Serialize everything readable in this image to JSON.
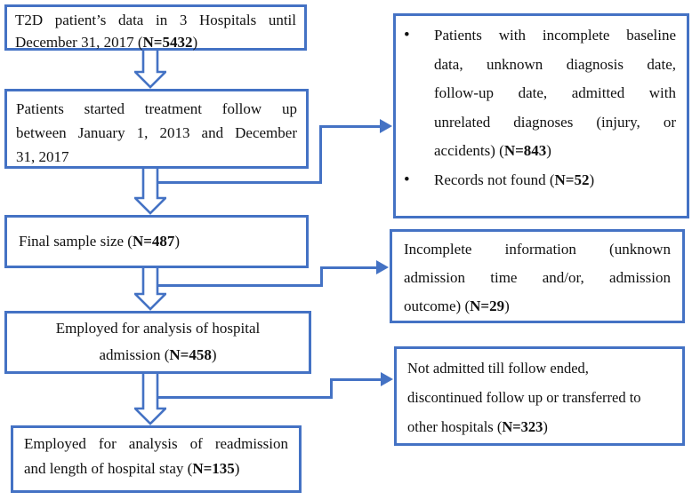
{
  "palette": {
    "accent": "#4472C4",
    "text": "#111111",
    "background": "#ffffff"
  },
  "left_column": [
    {
      "key": "source-data",
      "lines": [
        {
          "text": "T2D patient’s data in 3 Hospitals until"
        },
        {
          "pre": "December 31, 2017 (",
          "bold": "N=5432",
          "post": ")"
        }
      ]
    },
    {
      "key": "follow-up-window",
      "lines": [
        {
          "text": "Patients started treatment follow up"
        },
        {
          "text": "between January 1, 2013 and December"
        },
        {
          "text": "31, 2017"
        }
      ]
    },
    {
      "key": "final-sample",
      "lines": [
        {
          "pre": "Final sample size (",
          "bold": "N=487",
          "post": ")"
        }
      ]
    },
    {
      "key": "admission-analysis",
      "lines": [
        {
          "text": "Employed for analysis of hospital"
        },
        {
          "pre": "admission (",
          "bold": "N=458",
          "post": ")"
        }
      ]
    },
    {
      "key": "readmission-analysis",
      "lines": [
        {
          "text": "Employed for analysis of readmission"
        },
        {
          "pre": "and length of hospital stay (",
          "bold": "N=135",
          "post": ")"
        }
      ]
    }
  ],
  "right_column": [
    {
      "key": "excluded-baseline",
      "bullet_glyph": "•",
      "bullets": [
        {
          "lines": [
            {
              "text": "Patients with incomplete baseline"
            },
            {
              "text": "data, unknown diagnosis date,"
            },
            {
              "text": "follow-up date, admitted with"
            },
            {
              "text": "unrelated diagnoses (injury, or"
            },
            {
              "pre": "accidents) (",
              "bold": "N=843",
              "post": ")"
            }
          ]
        },
        {
          "lines": [
            {
              "pre": "Records not found (",
              "bold": "N=52",
              "post": ")"
            }
          ]
        }
      ]
    },
    {
      "key": "excluded-incomplete-info",
      "lines": [
        {
          "text": "Incomplete information (unknown"
        },
        {
          "text": "admission time and/or, admission"
        },
        {
          "pre": "outcome) (",
          "bold": "N=29",
          "post": ")"
        }
      ]
    },
    {
      "key": "excluded-not-admitted",
      "lines": [
        {
          "text": "Not admitted till follow ended,"
        },
        {
          "text": "discontinued follow up or transferred to"
        },
        {
          "pre": "other hospitals (",
          "bold": "N=323",
          "post": ")"
        }
      ]
    }
  ]
}
